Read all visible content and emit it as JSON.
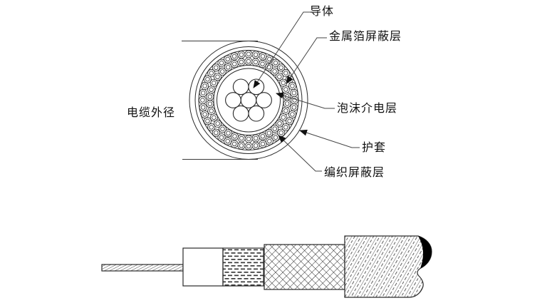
{
  "figure": {
    "background": "#ffffff",
    "line_color": "#2a2a2a",
    "text_color": "#111111",
    "cross_section": {
      "labels": {
        "conductor": "导体",
        "metal_foil_shield": "金属箔屏蔽层",
        "foam_dielectric": "泡沫介电层",
        "sheath": "护套",
        "braided_shield": "编织屏蔽层",
        "cable_outer_diameter": "电缆外径"
      }
    }
  }
}
